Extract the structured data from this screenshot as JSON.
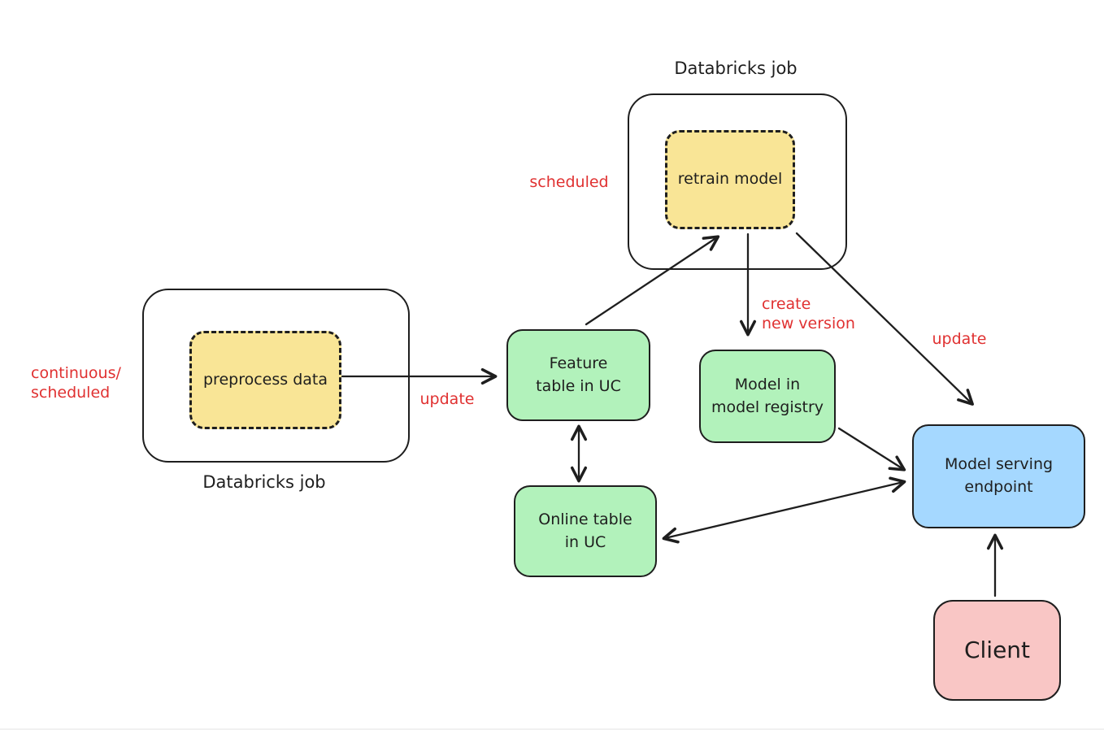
{
  "colors": {
    "canvas_background": "#ffffff",
    "stroke": "#1e1e1e",
    "annotation_red": "#e03131",
    "yellow_fill": "#f9e596",
    "green_fill": "#b2f2bb",
    "blue_fill": "#a5d8ff",
    "pink_fill": "#f9c6c5"
  },
  "captions": {
    "top_job": "Databricks job",
    "left_job": "Databricks job"
  },
  "nodes": {
    "retrain_model": "retrain model",
    "preprocess_data": "preprocess data",
    "feature_table": "Feature\ntable in UC",
    "model_registry": "Model in\nmodel registry",
    "online_table": "Online table\nin UC",
    "serving_endpoint": "Model serving\nendpoint",
    "client": "Client"
  },
  "annotations": {
    "scheduled": "scheduled",
    "continuous_scheduled": "continuous/\nscheduled",
    "update_left": "update",
    "create_new_version": "create\nnew version",
    "update_right": "update"
  },
  "edges": [
    {
      "from": "preprocess_data",
      "to": "feature_table",
      "label": "update",
      "bidirectional": false
    },
    {
      "from": "feature_table",
      "to": "retrain_model",
      "label": "",
      "bidirectional": false
    },
    {
      "from": "retrain_model",
      "to": "model_registry",
      "label": "create new version",
      "bidirectional": false
    },
    {
      "from": "retrain_model",
      "to": "serving_endpoint",
      "label": "update",
      "bidirectional": false
    },
    {
      "from": "feature_table",
      "to": "online_table",
      "label": "",
      "bidirectional": true
    },
    {
      "from": "model_registry",
      "to": "serving_endpoint",
      "label": "",
      "bidirectional": false
    },
    {
      "from": "online_table",
      "to": "serving_endpoint",
      "label": "",
      "bidirectional": true
    },
    {
      "from": "client",
      "to": "serving_endpoint",
      "label": "",
      "bidirectional": false
    }
  ]
}
